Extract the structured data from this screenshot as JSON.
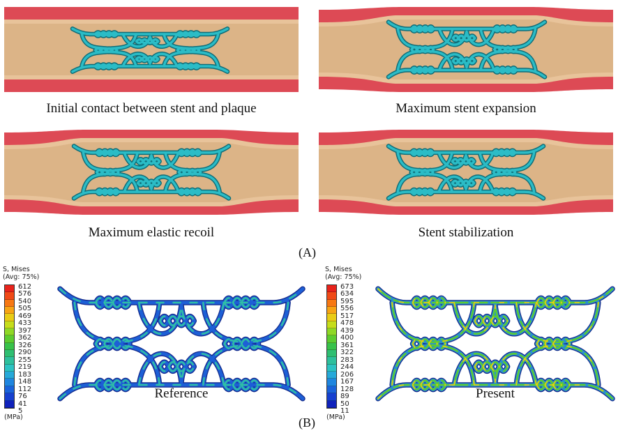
{
  "panel_a": {
    "label": "(A)",
    "stages": [
      {
        "caption": "Initial contact between stent and plaque"
      },
      {
        "caption": "Maximum stent expansion"
      },
      {
        "caption": "Maximum elastic recoil"
      },
      {
        "caption": "Stent stabilization"
      }
    ],
    "colors": {
      "artery": "#dd4a55",
      "plaque": "#e8c39a",
      "lumen": "#dcb487",
      "stent": "#2bbcc6"
    }
  },
  "panel_b": {
    "label": "(B)",
    "reference": {
      "caption": "Reference",
      "legend_title": "S, Mises",
      "legend_avg": "(Avg: 75%)",
      "legend_unit": "(MPa)",
      "ticks": [
        "612",
        "576",
        "540",
        "505",
        "469",
        "433",
        "397",
        "362",
        "326",
        "290",
        "255",
        "219",
        "183",
        "148",
        "112",
        "76",
        "41",
        "5"
      ]
    },
    "present": {
      "caption": "Present",
      "legend_title": "S, Mises",
      "legend_avg": "(Avg: 75%)",
      "legend_unit": "(MPa)",
      "ticks": [
        "673",
        "634",
        "595",
        "556",
        "517",
        "478",
        "439",
        "400",
        "361",
        "322",
        "283",
        "244",
        "206",
        "167",
        "128",
        "89",
        "50",
        "11"
      ]
    },
    "colorbar": [
      "#e8231b",
      "#f04a17",
      "#f77813",
      "#f7a414",
      "#e9cc15",
      "#c6dd1b",
      "#8fd826",
      "#5dcc30",
      "#38c24a",
      "#2fbf72",
      "#2ec09d",
      "#2cc3c3",
      "#26a9d9",
      "#1f86df",
      "#1a63db",
      "#1640d0",
      "#1022bb"
    ]
  }
}
